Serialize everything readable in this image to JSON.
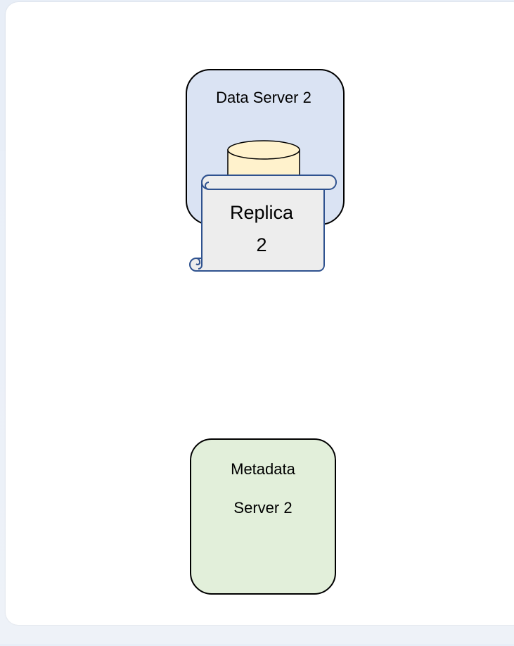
{
  "data_server": {
    "title": "Data Server 2",
    "fill_color": "#dae3f3",
    "cylinder_fill": "#fff2cc"
  },
  "replica": {
    "line1": "Replica",
    "line2": "2",
    "fill_color": "#ededed",
    "border_color": "#2f528f"
  },
  "metadata_server": {
    "line1": "Metadata",
    "line2": "Server 2",
    "fill_color": "#e2efda"
  }
}
